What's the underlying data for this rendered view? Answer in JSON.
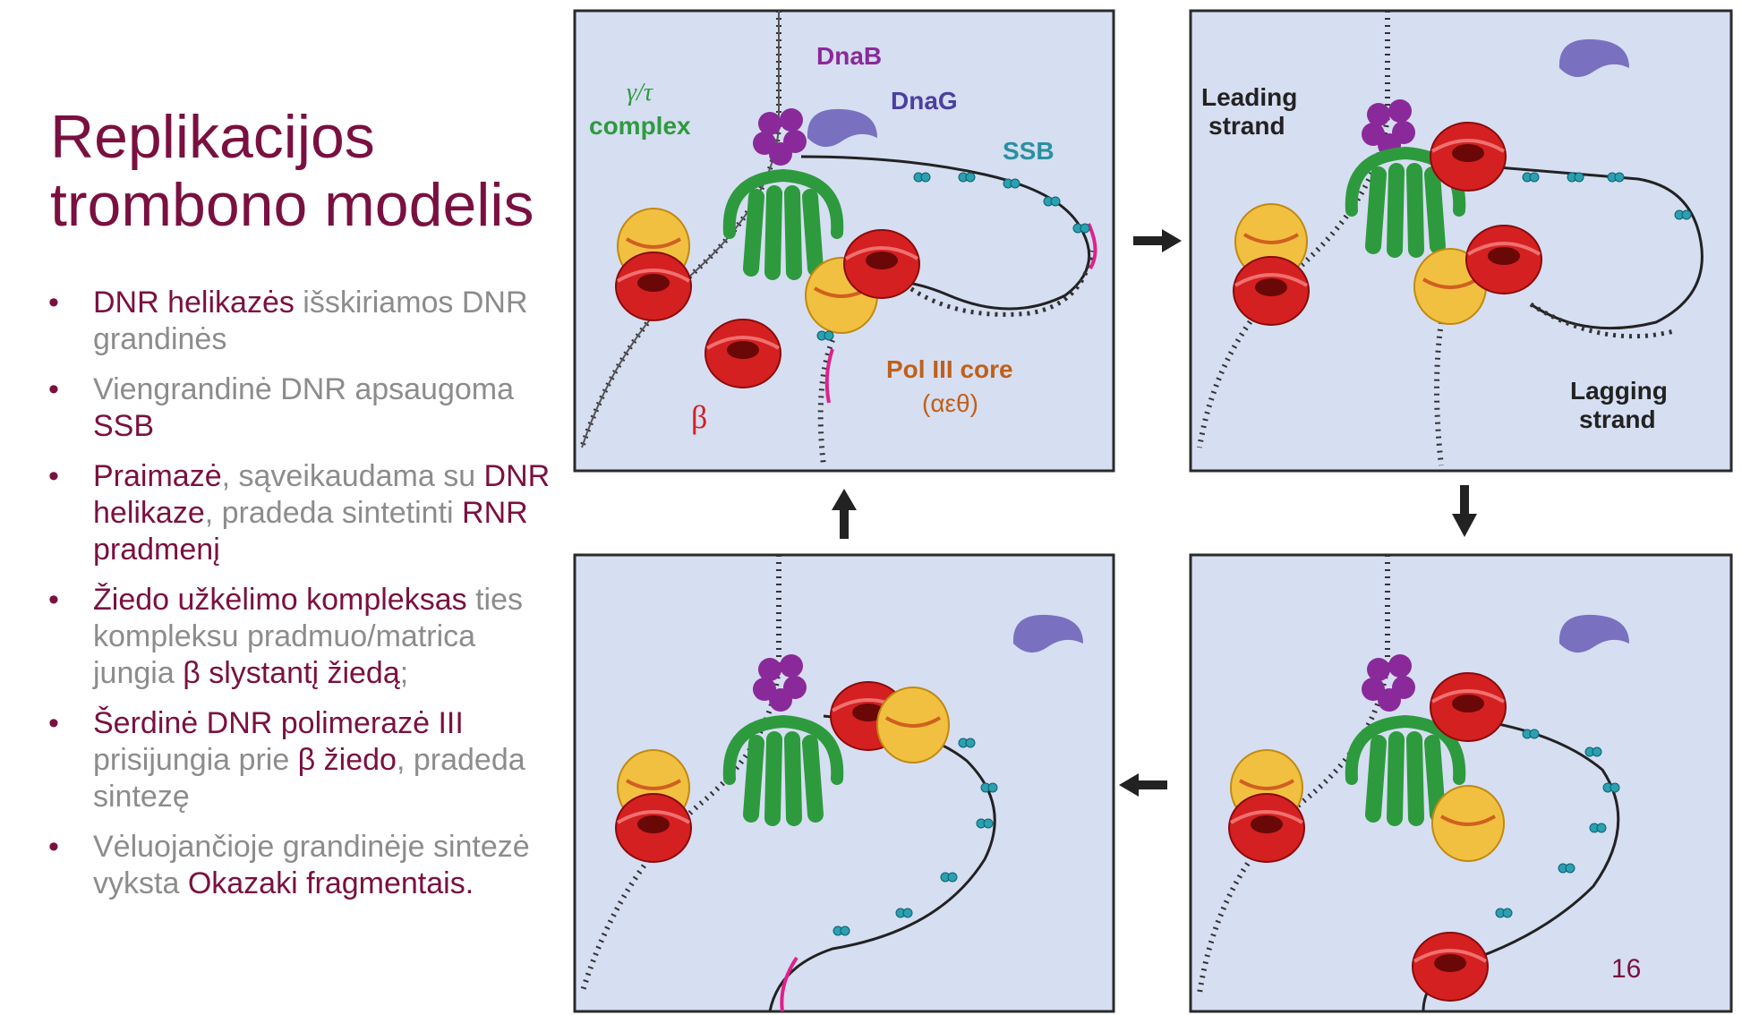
{
  "slide": {
    "title_line1": "Replikacijos",
    "title_line2": "trombono modelis",
    "page_number": "16"
  },
  "bullets": [
    [
      {
        "t": "DNR helikazės",
        "h": true
      },
      {
        "t": " išskiriamos DNR grandinės",
        "h": false
      }
    ],
    [
      {
        "t": "Viengrandinė DNR apsaugoma ",
        "h": false
      },
      {
        "t": "SSB",
        "h": true
      }
    ],
    [
      {
        "t": "Praimazė",
        "h": true
      },
      {
        "t": ", sąveikaudama su ",
        "h": false
      },
      {
        "t": "DNR helikaze",
        "h": true
      },
      {
        "t": ", pradeda sintetinti ",
        "h": false
      },
      {
        "t": "RNR pradmenį",
        "h": true
      }
    ],
    [
      {
        "t": "Žiedo užkėlimo kompleksas",
        "h": true
      },
      {
        "t": " ties kompleksu pradmuo/matrica jungia ",
        "h": false
      },
      {
        "t": "β slystantį žiedą",
        "h": true
      },
      {
        "t": ";",
        "h": false
      }
    ],
    [
      {
        "t": "Šerdinė DNR polimerazė III",
        "h": true
      },
      {
        "t": " prisijungia prie ",
        "h": false
      },
      {
        "t": "β žiedo",
        "h": true
      },
      {
        "t": ", pradeda sintezę",
        "h": false
      }
    ],
    [
      {
        "t": "Vėluojančioje grandinėje sintezė vyksta ",
        "h": false
      },
      {
        "t": "Okazaki fragmentais.",
        "h": true
      }
    ]
  ],
  "figure_labels": {
    "dnab": "DnaB",
    "dnag": "DnaG",
    "gamma_tau": "γ/τ",
    "complex": "complex",
    "ssb": "SSB",
    "beta": "β",
    "pol_core": "Pol III core",
    "pol_subunits": "(αεθ)",
    "leading_1": "Leading",
    "leading_2": "strand",
    "lagging_1": "Lagging",
    "lagging_2": "strand"
  },
  "colors": {
    "title": "#7a1040",
    "body_text": "#8c8c8c",
    "panel_bg": "#d6def2",
    "helicase": "#8a2a9a",
    "primase": "#7a70c0",
    "clamp_loader": "#2e9a3e",
    "beta_clamp": "#d42020",
    "pol_core": "#f2c040",
    "ssb": "#2aa0b0",
    "primer": "#e0208a"
  }
}
